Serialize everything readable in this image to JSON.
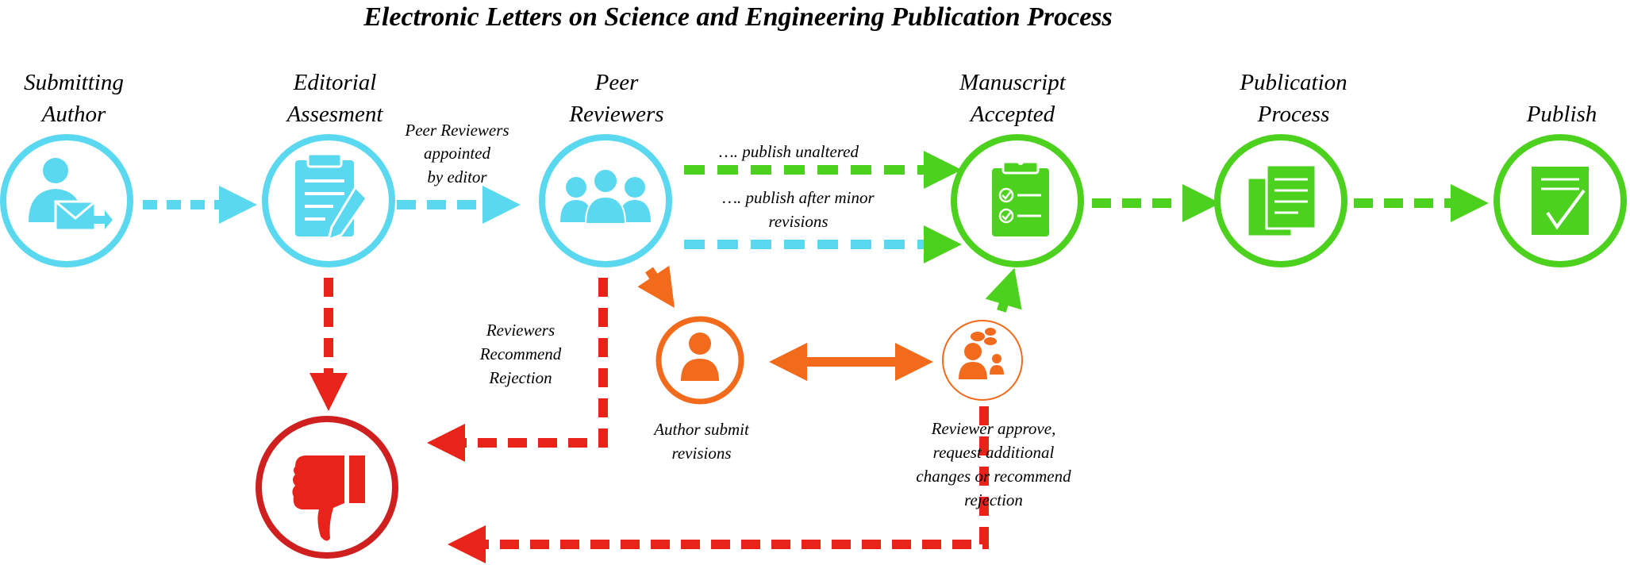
{
  "title": "Electronic Letters on Science and Engineering Publication Process",
  "colors": {
    "cyan": "#5AD8F0",
    "green": "#4CD11E",
    "orange": "#F26A1B",
    "red": "#E8231A",
    "dark_red": "#CF1F1F"
  },
  "stages": [
    {
      "id": "submitting-author",
      "label_lines": [
        "Submitting",
        "Author"
      ],
      "icon": "author-mail-icon"
    },
    {
      "id": "editorial-assesment",
      "label_lines": [
        "Editorial",
        "Assesment"
      ],
      "icon": "clipboard-pen-icon"
    },
    {
      "id": "peer-reviewers",
      "label_lines": [
        "Peer",
        "Reviewers"
      ],
      "icon": "group-icon"
    },
    {
      "id": "manuscript-accepted",
      "label_lines": [
        "Manuscript",
        "Accepted"
      ],
      "icon": "checklist-icon"
    },
    {
      "id": "publication-process",
      "label_lines": [
        "Publication",
        "Process"
      ],
      "icon": "documents-icon"
    },
    {
      "id": "publish",
      "label_lines": [
        "Publish"
      ],
      "icon": "checkmark-document-icon"
    }
  ],
  "secondary_nodes": {
    "author_submit": {
      "label_lines": [
        "Author submit",
        "revisions"
      ],
      "icon": "person-icon"
    },
    "reviewer_approve": {
      "label_lines": [
        "Reviewer approve,",
        "request additional",
        "changes or recommend",
        "rejection"
      ],
      "icon": "discussion-icon"
    },
    "rejection": {
      "icon": "thumbs-down-icon"
    }
  },
  "edge_labels": {
    "appointed": [
      "Peer Reviewers",
      "appointed",
      "by editor"
    ],
    "unaltered": [
      "…. publish unaltered"
    ],
    "minor": [
      "…. publish after minor",
      "revisions"
    ],
    "reject": [
      "Reviewers",
      "Recommend",
      "Rejection"
    ]
  }
}
